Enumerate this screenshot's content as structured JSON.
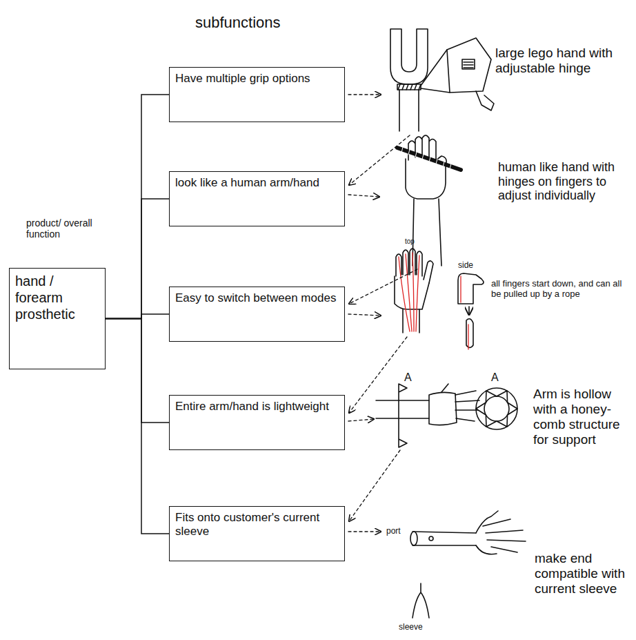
{
  "diagram": {
    "nodes": [
      {
        "text": [
          "hand / forearm prosthetic"
        ]
      },
      {
        "text": [
          "Have multiple grip options"
        ]
      },
      {
        "text": [
          "look like a human arm/hand"
        ]
      },
      {
        "text": [
          "Easy to switch between modes"
        ]
      },
      {
        "text": [
          "Entire arm/hand is lightweight"
        ]
      },
      {
        "text": [
          "Fits onto customer's current sleeve"
        ]
      }
    ],
    "edges": [
      {
        "from": 0,
        "to": 1,
        "arrow": "none"
      },
      {
        "from": 0,
        "to": 2,
        "arrow": "none"
      },
      {
        "from": 0,
        "to": 3,
        "arrow": "none"
      },
      {
        "from": 0,
        "to": 4,
        "arrow": "none"
      },
      {
        "from": 0,
        "to": 5,
        "arrow": "none"
      }
    ],
    "labels": [
      "subfunctions",
      "product/ overall function",
      "large lego hand with adjustable hinge",
      "human like hand with hinges on fingers to adjust individually",
      "top",
      "side",
      "all fingers start down, and can all be pulled up by a rope",
      "A",
      "A",
      "Arm is hollow with a honey-comb structure for support",
      "port",
      "make end compatible with current sleeve",
      "sleeve"
    ]
  }
}
